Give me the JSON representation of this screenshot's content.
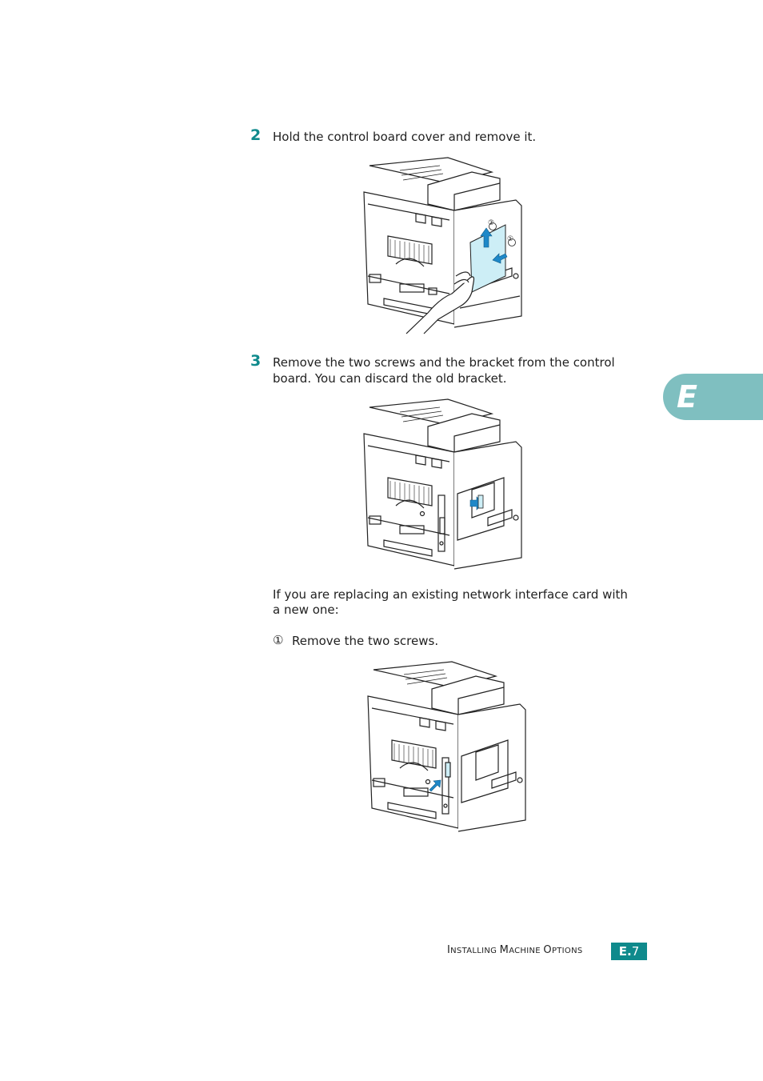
{
  "steps": [
    {
      "number": "2",
      "text": "Hold the control board cover and remove it."
    },
    {
      "number": "3",
      "line1": "Remove the two screws and the bracket from the control",
      "line2": "board. You can discard the old bracket."
    }
  ],
  "note": {
    "line1": "If you are replacing an existing network interface card with",
    "line2": "a new one:",
    "substep_marker": "①",
    "substep_text": "Remove the two screws."
  },
  "figure1": {
    "callout_1": "①",
    "callout_2": "②"
  },
  "chapter_tab": {
    "letter": "E"
  },
  "footer": {
    "title_parts": [
      {
        "cap": "I",
        "rest": "nstalling "
      },
      {
        "cap": "M",
        "rest": "achine "
      },
      {
        "cap": "O",
        "rest": "ptions"
      }
    ],
    "page_prefix": "E.",
    "page_number": "7"
  },
  "colors": {
    "accent": "#0f8a8c",
    "tab": "#7fbfc0",
    "highlight": "#cdeef6",
    "arrow": "#1e88c8"
  }
}
